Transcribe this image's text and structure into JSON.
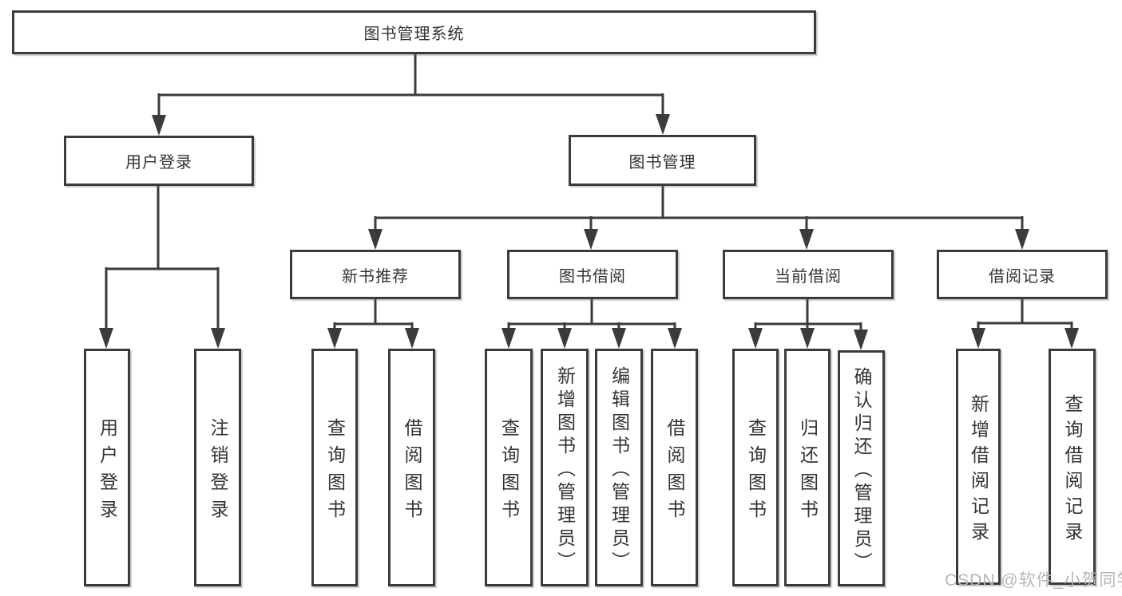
{
  "tree": {
    "root": {
      "label": "图书管理系统"
    },
    "children": [
      {
        "label": "用户登录",
        "children": [
          {
            "label": "用户登录"
          },
          {
            "label": "注销登录"
          }
        ]
      },
      {
        "label": "图书管理",
        "children": [
          {
            "label": "新书推荐",
            "children": [
              {
                "label": "查询图书"
              },
              {
                "label": "借阅图书"
              }
            ]
          },
          {
            "label": "图书借阅",
            "children": [
              {
                "label": "查询图书"
              },
              {
                "label": "新增图书（管理员）"
              },
              {
                "label": "编辑图书（管理员）"
              },
              {
                "label": "借阅图书"
              }
            ]
          },
          {
            "label": "当前借阅",
            "children": [
              {
                "label": "查询图书"
              },
              {
                "label": "归还图书"
              },
              {
                "label": "确认归还（管理员）"
              }
            ]
          },
          {
            "label": "借阅记录",
            "children": [
              {
                "label": "新增借阅记录"
              },
              {
                "label": "查询借阅记录"
              }
            ]
          }
        ]
      }
    ]
  },
  "watermark": {
    "text": "CSDN @软件_小贺同学"
  },
  "colors": {
    "line": "#3b3b3b",
    "border": "#3b3b3b",
    "text": "#333333",
    "watermark": "#b6b6b6",
    "background": "#ffffff"
  }
}
